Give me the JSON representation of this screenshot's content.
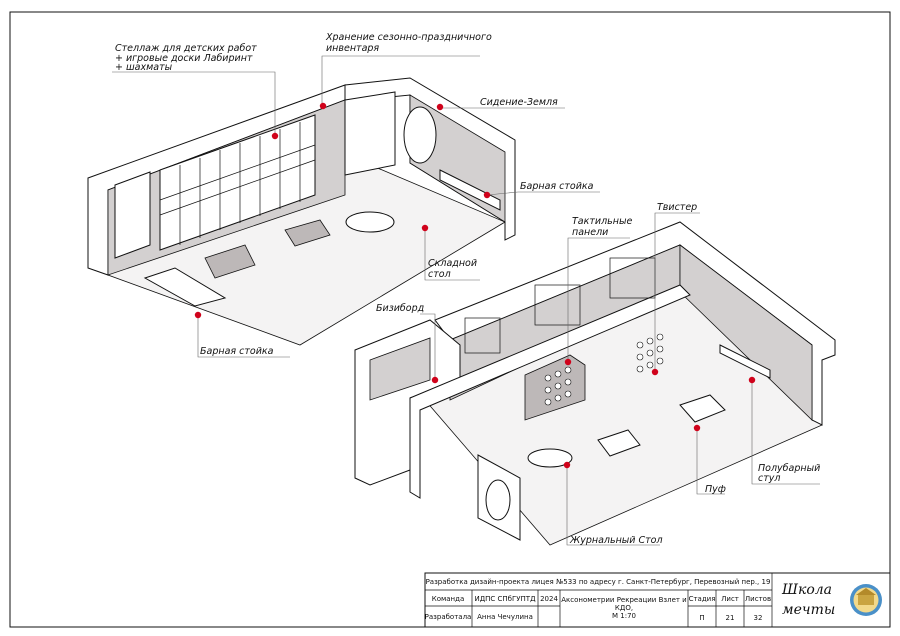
{
  "labels": {
    "shelving": [
      "Стеллаж для детских работ",
      "+ игровые доски Лабиринт",
      "+ шахматы"
    ],
    "storage": [
      "Хранение сезонно-праздничного",
      "инвентаря"
    ],
    "earth_seat": "Сидение-Земля",
    "bar_counter_top": "Барная стойка",
    "folding_table": [
      "Складной",
      "стол"
    ],
    "bar_counter_left": "Барная стойка",
    "tactile_panels": [
      "Тактильные",
      "панели"
    ],
    "twister": "Твистер",
    "busyboard": "Бизиборд",
    "semi_bar_chair": [
      "Полубарный",
      "стул"
    ],
    "pouf": "Пуф",
    "coffee_table": "Журнальный Стол"
  },
  "title_block": {
    "project": "Разработка дизайн-проекта лицея №533 по адресу г. Санкт-Петербург, Перевозный пер., 19",
    "team_label": "Команда",
    "team_value": "ИДПС СПбГУПТД",
    "year": "2024",
    "developer_label": "Разработала",
    "developer_value": "Анна Чечулина",
    "sheet_title": [
      "Аксонометрии Рекреации Взлет и",
      "КДО,",
      "М 1:70"
    ],
    "stage_label": "Стадия",
    "sheet_label": "Лист",
    "sheets_label": "Листов",
    "stage_value": "П",
    "sheet_value": "21",
    "sheets_value": "32",
    "logo_text": [
      "Школа",
      "мечты"
    ]
  },
  "colors": {
    "marker": "#d0021b",
    "shade": "#d3d0d0"
  }
}
